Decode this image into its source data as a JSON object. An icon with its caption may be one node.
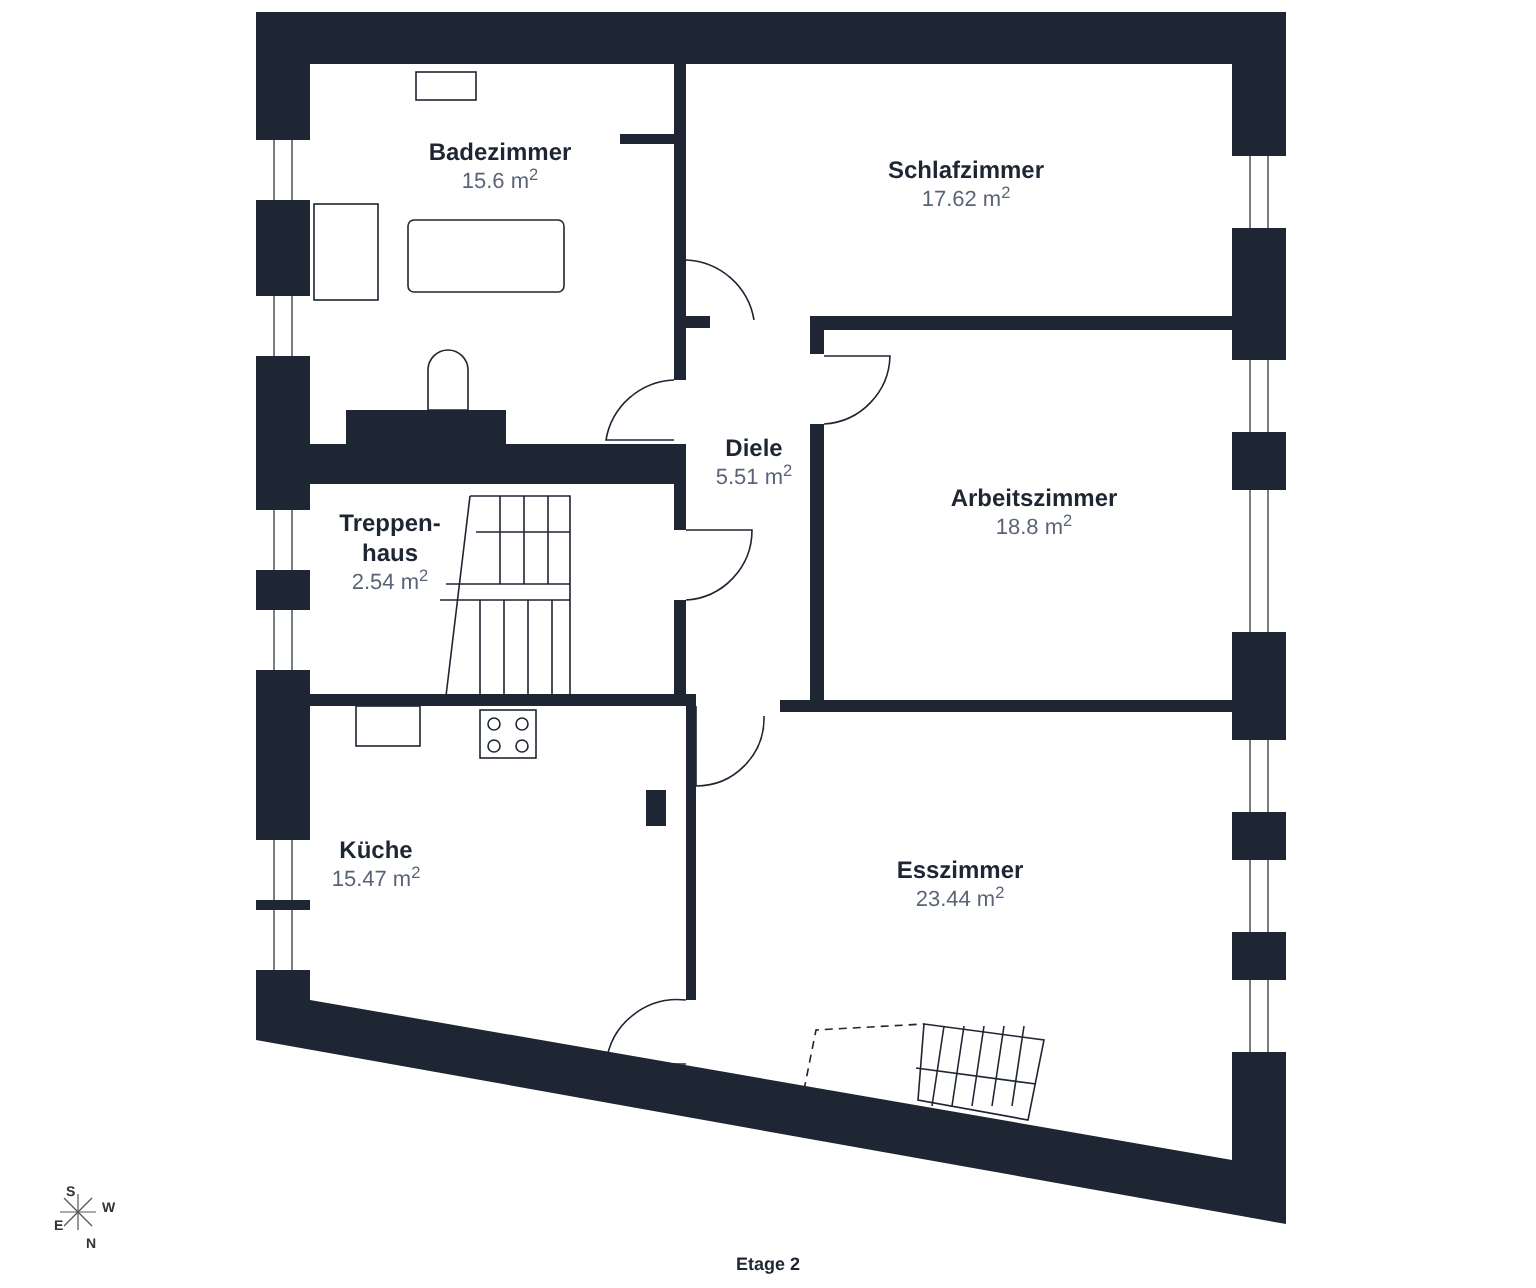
{
  "diagram": {
    "caption": "Etage 2",
    "nodes": [
      {
        "text": [
          "Badezimmer",
          "15.6 m$^{2}$"
        ]
      },
      {
        "text": [
          "Schlafzimmer",
          "17.62 m$^{2}$"
        ]
      },
      {
        "text": [
          "Diele",
          "5.51 m$^{2}$"
        ]
      },
      {
        "text": [
          "Treppen- haus",
          "2.54 m$^{2}$"
        ]
      },
      {
        "text": [
          "Arbeitszimmer",
          "18.8 m$^{2}$"
        ]
      },
      {
        "text": [
          "Küche",
          "15.47 m$^{2}$"
        ]
      },
      {
        "text": [
          "Esszimmer",
          "23.44 m$^{2}$"
        ]
      }
    ],
    "labels": [
      "S",
      "W",
      "E",
      "N"
    ]
  }
}
